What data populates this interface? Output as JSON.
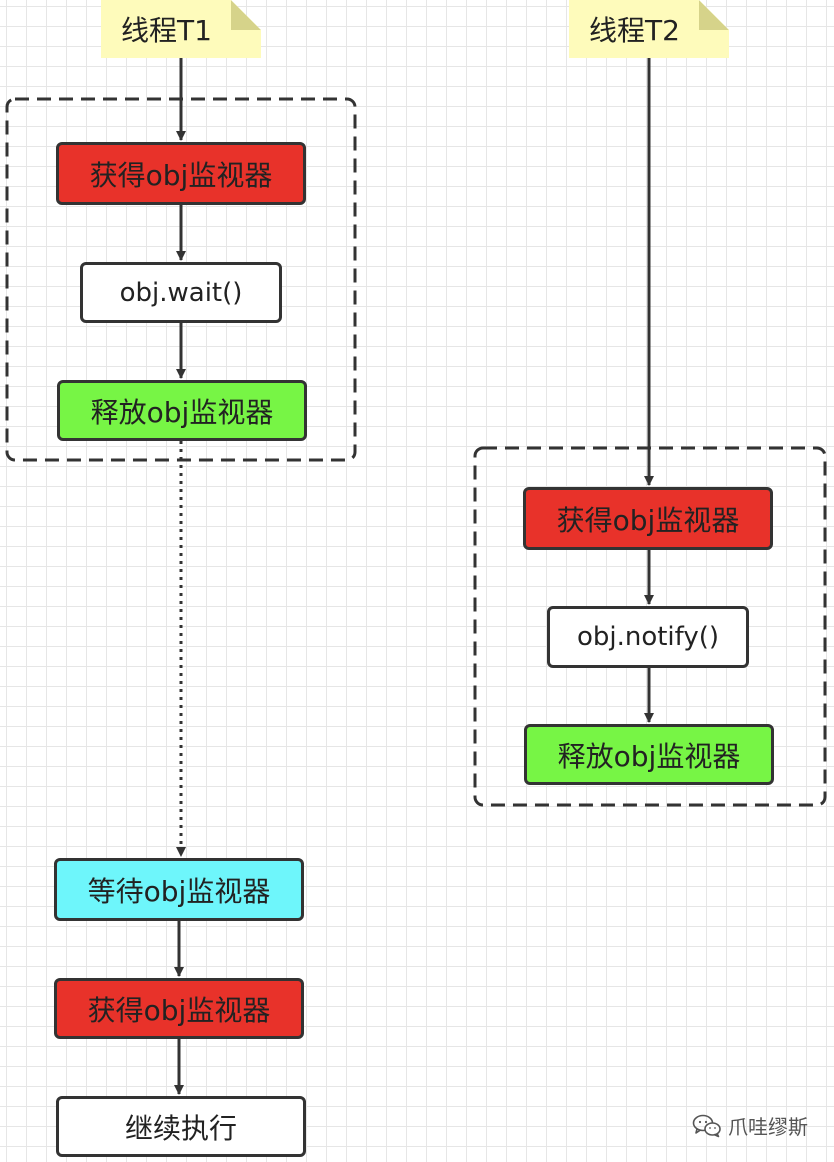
{
  "threads": {
    "t1": {
      "label": "线程T1",
      "step1": "获得obj监视器",
      "step2": "obj.wait()",
      "step3": "释放obj监视器",
      "step4": "等待obj监视器",
      "step5": "获得obj监视器",
      "step6": "继续执行"
    },
    "t2": {
      "label": "线程T2",
      "step1": "获得obj监视器",
      "step2": "obj.notify()",
      "step3": "释放obj监视器"
    }
  },
  "watermark": {
    "text": "爪哇缪斯",
    "icon": "wechat-icon"
  },
  "colors": {
    "acquire": "#e8322a",
    "release": "#77f545",
    "waiting": "#6ef6fb",
    "note": "#fefbbb",
    "stroke": "#333333"
  }
}
